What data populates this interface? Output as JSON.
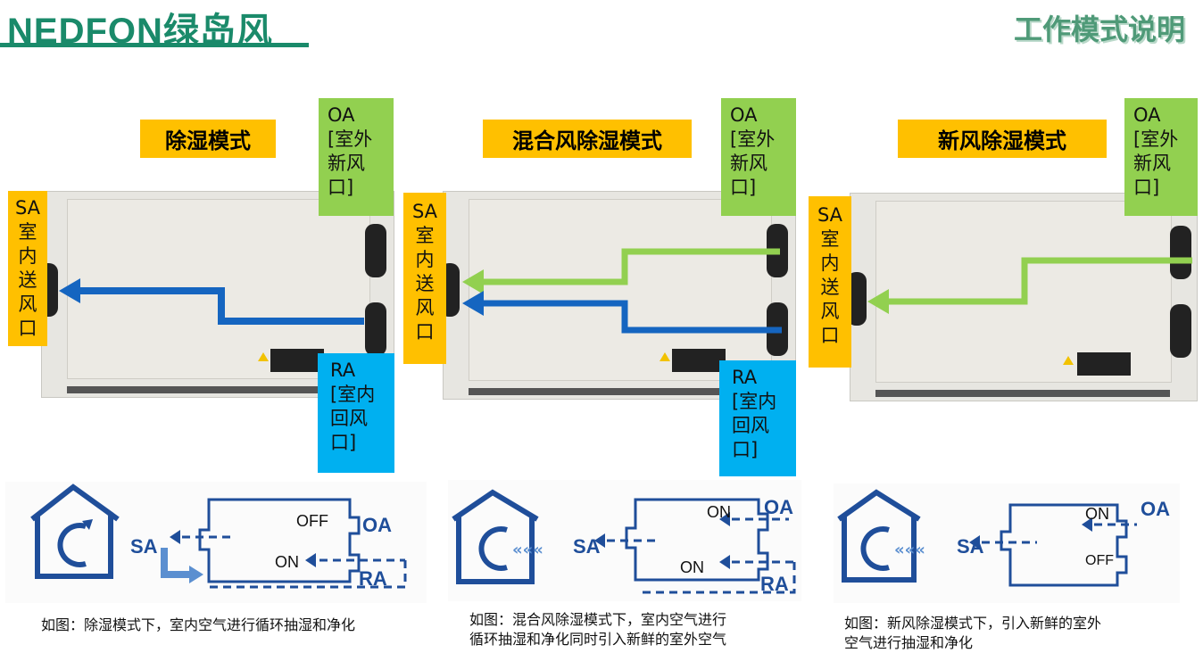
{
  "header": {
    "logo_latin": "NEDFON",
    "logo_cn": "绿岛风",
    "title": "工作模式说明"
  },
  "colors": {
    "brand_green": "#1a8a6a",
    "mode_label_bg": "#ffc000",
    "oa_tag_bg": "#92d050",
    "ra_tag_bg": "#00b0f0",
    "supply_arrow_blue": "#1565c0",
    "fresh_arrow_green": "#92d050",
    "diagram_blue": "#1f4e9a"
  },
  "panels": [
    {
      "mode": "除湿模式",
      "sa": [
        "SA",
        "室",
        "内",
        "送",
        "风",
        "口"
      ],
      "oa": [
        "OA",
        "[室外",
        "新风",
        "口]"
      ],
      "ra": [
        "RA",
        "[室内",
        "回风",
        "口]"
      ],
      "diagram": {
        "sa": "SA",
        "oa": "OA",
        "ra": "RA",
        "oa_state": "OFF",
        "ra_state": "ON"
      },
      "caption": "如图：除湿模式下，室内空气进行循环抽湿和净化"
    },
    {
      "mode": "混合风除湿模式",
      "sa": [
        "SA",
        "室",
        "内",
        "送",
        "风",
        "口"
      ],
      "oa": [
        "OA",
        "[室外",
        "新风",
        "口]"
      ],
      "ra": [
        "RA",
        "[室内",
        "回风",
        "口]"
      ],
      "diagram": {
        "sa": "SA",
        "oa": "OA",
        "ra": "RA",
        "oa_state": "ON",
        "ra_state": "ON"
      },
      "caption_line1": "如图：混合风除湿模式下，室内空气进行",
      "caption_line2": "循环抽湿和净化同时引入新鲜的室外空气"
    },
    {
      "mode": "新风除湿模式",
      "sa": [
        "SA",
        "室",
        "内",
        "送",
        "风",
        "口"
      ],
      "oa": [
        "OA",
        "[室外",
        "新风",
        "口]"
      ],
      "diagram": {
        "sa": "SA",
        "oa": "OA",
        "oa_state": "ON",
        "ra_state": "OFF"
      },
      "caption_line1": "如图：新风除湿模式下，引入新鲜的室外",
      "caption_line2": "空气进行抽湿和净化"
    }
  ]
}
